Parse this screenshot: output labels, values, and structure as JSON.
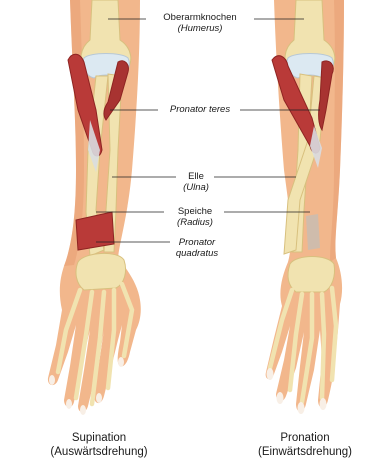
{
  "labels": {
    "humerus": {
      "name": "Oberarmknochen",
      "latin": "(Humerus)"
    },
    "pronator_teres": {
      "name": "Pronator teres"
    },
    "ulna": {
      "name": "Elle",
      "latin": "(Ulna)"
    },
    "radius": {
      "name": "Speiche",
      "latin": "(Radius)"
    },
    "pronator_quadratus": {
      "line1": "Pronator",
      "line2": "quadratus"
    }
  },
  "captions": {
    "left": {
      "title": "Supination",
      "subtitle": "(Auswärtsdrehung)"
    },
    "right": {
      "title": "Pronation",
      "subtitle": "(Einwärtsdrehung)"
    }
  },
  "colors": {
    "skin": "#f2b78c",
    "skin_shade": "#e59a6c",
    "bone": "#f1e3b0",
    "bone_shade": "#d8c07e",
    "cartilage": "#dce9f2",
    "muscle": "#b93a38",
    "muscle_dark": "#8e2422",
    "tendon": "#d9dde1",
    "nail": "#f8efe6",
    "leader": "#222222"
  }
}
